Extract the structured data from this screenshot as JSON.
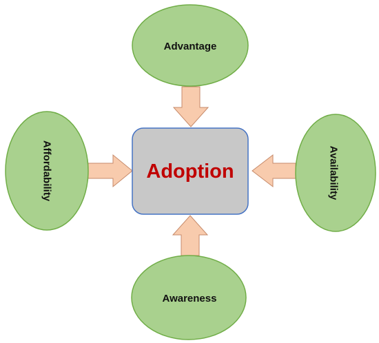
{
  "diagram": {
    "center": {
      "label": "Adoption"
    },
    "nodes": {
      "top": {
        "label": "Advantage"
      },
      "left": {
        "label": "Affordability"
      },
      "right": {
        "label": "Availability"
      },
      "bottom": {
        "label": "Awareness"
      }
    }
  },
  "colors": {
    "ellipse_fill": "#a9d18e",
    "ellipse_stroke": "#70ad47",
    "center_fill": "#c8c8c8",
    "center_stroke": "#4472c4",
    "center_text": "#c00000",
    "arrow_fill": "#f8cbad",
    "arrow_stroke": "#c68a6a",
    "node_text": "#111111"
  }
}
